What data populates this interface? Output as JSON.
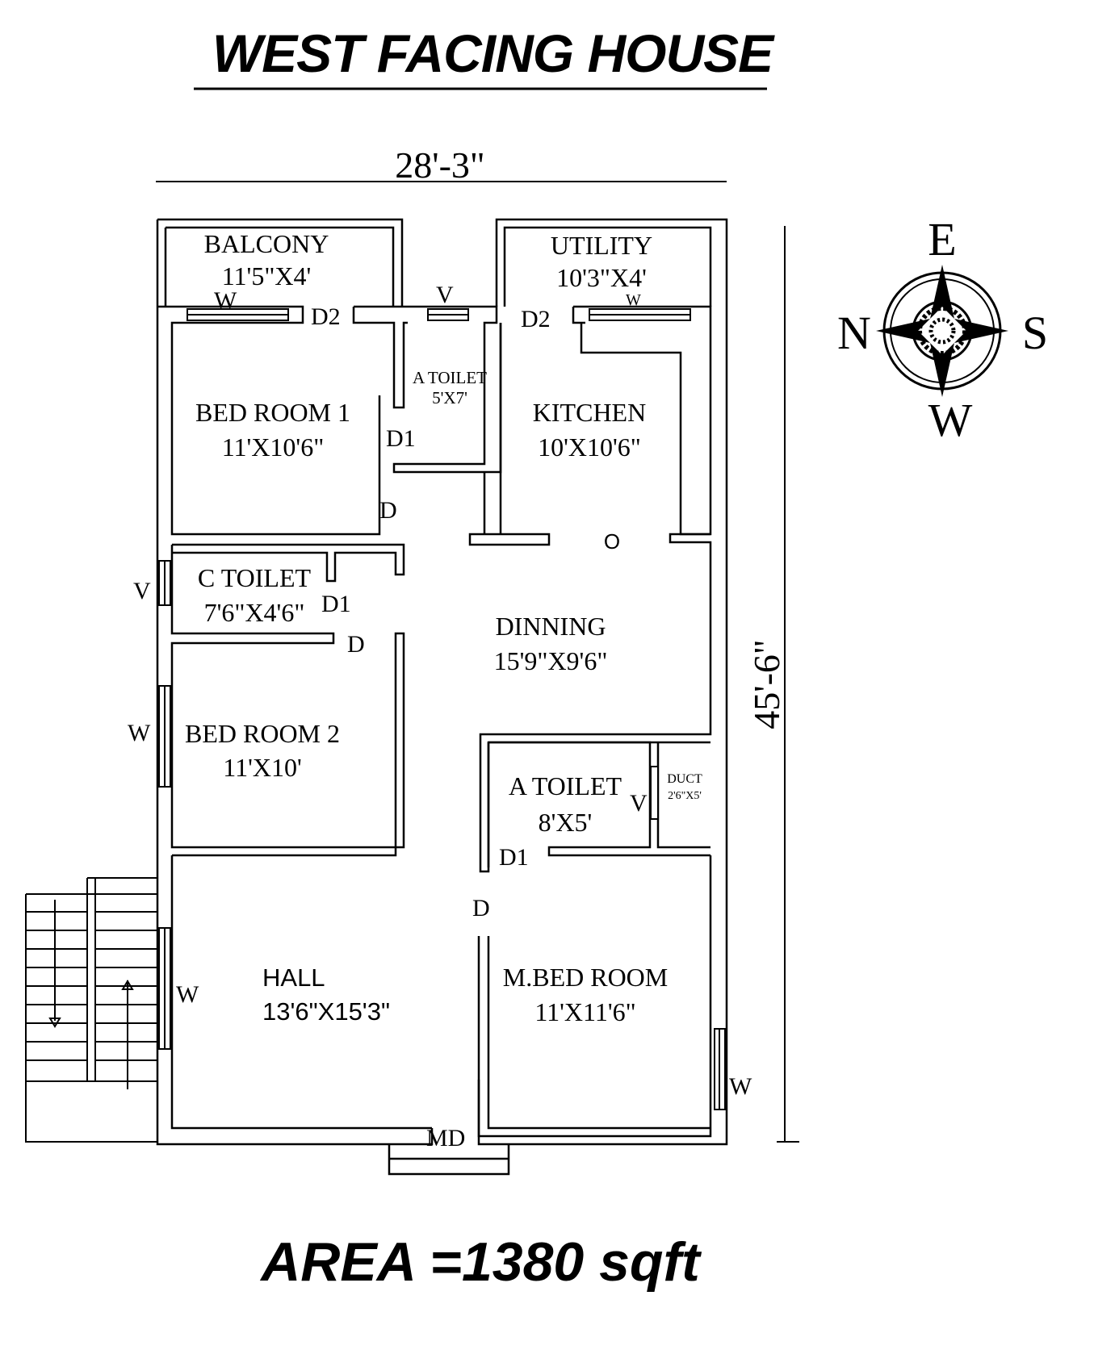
{
  "title": "WEST FACING HOUSE",
  "area": "AREA =1380 sqft",
  "dimensions": {
    "width": "28'-3\"",
    "depth": "45'-6\""
  },
  "compass": {
    "top": "E",
    "bottom": "W",
    "left": "N",
    "right": "S"
  },
  "rooms": {
    "balcony": {
      "name": "BALCONY",
      "size": "11'5\"X4'"
    },
    "utility": {
      "name": "UTILITY",
      "size": "10'3\"X4'"
    },
    "bedroom1": {
      "name": "BED ROOM 1",
      "size": "11'X10'6\""
    },
    "atoilet1": {
      "name": "A TOILET",
      "size": "5'X7'"
    },
    "kitchen": {
      "name": "KITCHEN",
      "size": "10'X10'6\""
    },
    "ctoilet": {
      "name": "C TOILET",
      "size": "7'6\"X4'6\""
    },
    "dinning": {
      "name": "DINNING",
      "size": "15'9\"X9'6\""
    },
    "bedroom2": {
      "name": "BED ROOM 2",
      "size": "11'X10'"
    },
    "atoilet2": {
      "name": "A TOILET",
      "size": "8'X5'"
    },
    "duct": {
      "name": "DUCT",
      "size": "2'6\"X5'"
    },
    "hall": {
      "name": "HALL",
      "size": "13'6\"X15'3\""
    },
    "mbedroom": {
      "name": "M.BED ROOM",
      "size": "11'X11'6\""
    }
  },
  "labels": {
    "w": "W",
    "w_small": "W",
    "v": "V",
    "d": "D",
    "d1": "D1",
    "d2": "D2",
    "md": "MD",
    "o": "O"
  }
}
